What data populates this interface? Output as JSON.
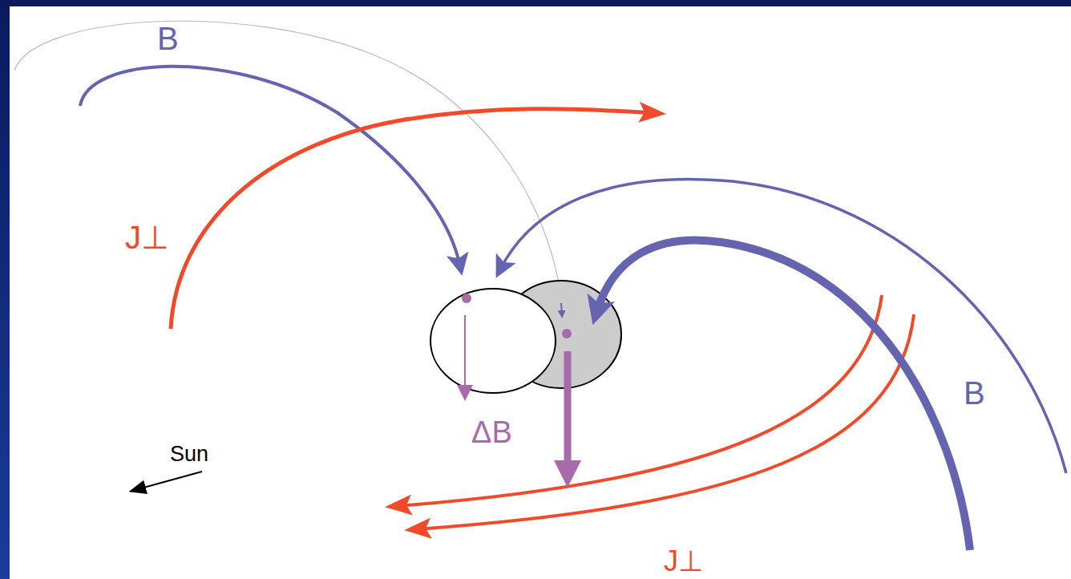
{
  "diagram": {
    "labels": [
      "B",
      "J⊥",
      "B",
      "ΔB",
      "Sun",
      "J⊥"
    ]
  }
}
